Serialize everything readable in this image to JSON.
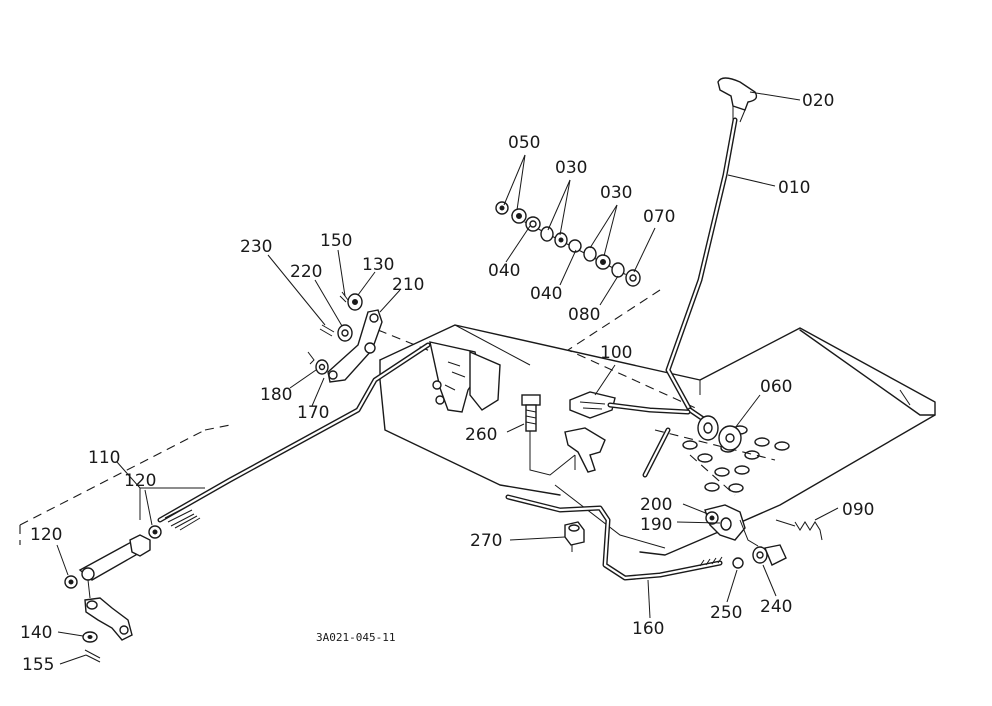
{
  "drawing": {
    "reference_code": "3A021-045-11",
    "colors": {
      "ink": "#1a1a1a",
      "paper": "#ffffff"
    }
  },
  "callouts": {
    "c020": "020",
    "c010": "010",
    "c050": "050",
    "c030a": "030",
    "c030b": "030",
    "c070": "070",
    "c040a": "040",
    "c040b": "040",
    "c080": "080",
    "c100": "100",
    "c060": "060",
    "c230": "230",
    "c150": "150",
    "c220": "220",
    "c130": "130",
    "c210": "210",
    "c180": "180",
    "c170": "170",
    "c260": "260",
    "c110": "110",
    "c120a": "120",
    "c120b": "120",
    "c200": "200",
    "c190": "190",
    "c090": "090",
    "c270": "270",
    "c250": "250",
    "c240": "240",
    "c160": "160",
    "c140": "140",
    "c155": "155"
  }
}
